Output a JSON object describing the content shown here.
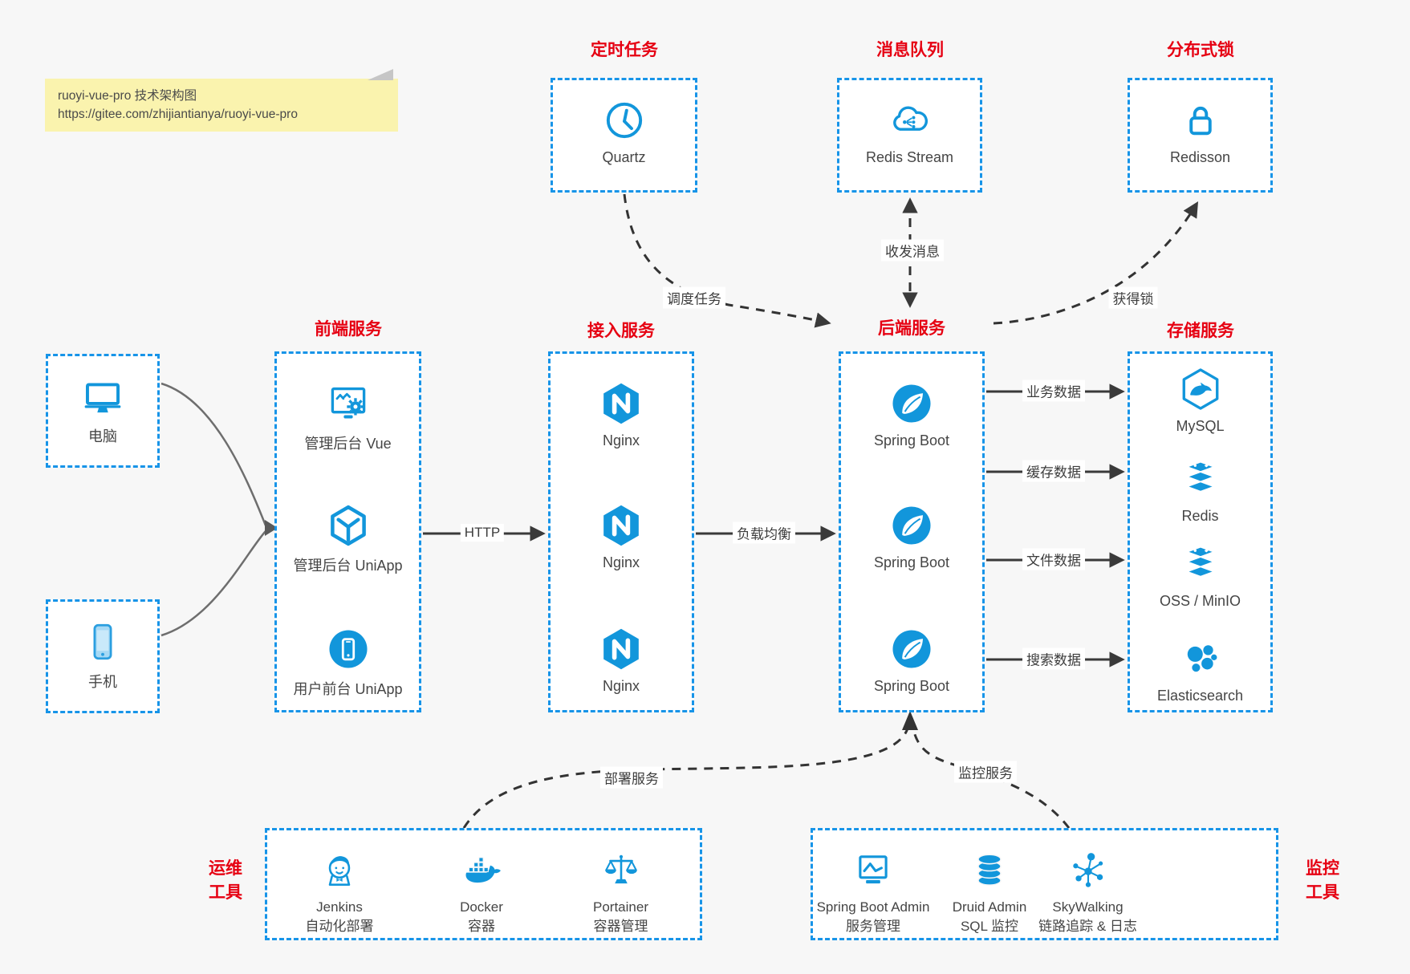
{
  "colors": {
    "accent_blue": "#1296db",
    "border_blue": "#1794e8",
    "title_red": "#e60012",
    "arrow_dark": "#3a3a3a",
    "note_bg": "#faf3ae",
    "page_bg": "#f7f7f7"
  },
  "note": {
    "line1": "ruoyi-vue-pro 技术架构图",
    "line2": "https://gitee.com/zhijiantianya/ruoyi-vue-pro"
  },
  "top_groups": [
    {
      "title": "定时任务",
      "item": {
        "icon": "clock-icon",
        "label": "Quartz"
      }
    },
    {
      "title": "消息队列",
      "item": {
        "icon": "cloud-stream-icon",
        "label": "Redis Stream"
      }
    },
    {
      "title": "分布式锁",
      "item": {
        "icon": "lock-icon",
        "label": "Redisson"
      }
    }
  ],
  "clients": [
    {
      "icon": "desktop-icon",
      "label": "电脑"
    },
    {
      "icon": "smartphone-icon",
      "label": "手机"
    }
  ],
  "columns": [
    {
      "title": "前端服务",
      "items": [
        {
          "icon": "admin-vue-icon",
          "label": "管理后台 Vue"
        },
        {
          "icon": "uniapp-icon",
          "label": "管理后台 UniApp"
        },
        {
          "icon": "user-app-icon",
          "label": "用户前台 UniApp"
        }
      ]
    },
    {
      "title": "接入服务",
      "items": [
        {
          "icon": "nginx-icon",
          "label": "Nginx"
        },
        {
          "icon": "nginx-icon",
          "label": "Nginx"
        },
        {
          "icon": "nginx-icon",
          "label": "Nginx"
        }
      ]
    },
    {
      "title": "后端服务",
      "items": [
        {
          "icon": "spring-boot-icon",
          "label": "Spring Boot"
        },
        {
          "icon": "spring-boot-icon",
          "label": "Spring Boot"
        },
        {
          "icon": "spring-boot-icon",
          "label": "Spring Boot"
        }
      ]
    },
    {
      "title": "存储服务",
      "items": [
        {
          "icon": "mysql-icon",
          "label": "MySQL"
        },
        {
          "icon": "redis-icon",
          "label": "Redis"
        },
        {
          "icon": "storage-stack-icon",
          "label": "OSS / MinIO"
        },
        {
          "icon": "elasticsearch-icon",
          "label": "Elasticsearch"
        }
      ]
    }
  ],
  "bottom_groups": [
    {
      "title_lines": [
        "运维",
        "工具"
      ],
      "items": [
        {
          "icon": "jenkins-icon",
          "label": "Jenkins",
          "sublabel": "自动化部署"
        },
        {
          "icon": "docker-icon",
          "label": "Docker",
          "sublabel": "容器"
        },
        {
          "icon": "portainer-icon",
          "label": "Portainer",
          "sublabel": "容器管理"
        }
      ]
    },
    {
      "title_lines": [
        "监控",
        "工具"
      ],
      "items": [
        {
          "icon": "spring-boot-admin-icon",
          "label": "Spring Boot Admin",
          "sublabel": "服务管理"
        },
        {
          "icon": "druid-icon",
          "label": "Druid Admin",
          "sublabel": "SQL 监控"
        },
        {
          "icon": "skywalking-icon",
          "label": "SkyWalking",
          "sublabel": "链路追踪 & 日志"
        }
      ]
    }
  ],
  "edges": {
    "http": "HTTP",
    "load_balance": "负载均衡",
    "business_data": "业务数据",
    "cache_data": "缓存数据",
    "file_data": "文件数据",
    "search_data": "搜索数据",
    "schedule_task": "调度任务",
    "send_receive_message": "收发消息",
    "acquire_lock": "获得锁",
    "deploy_service": "部署服务",
    "monitor_service": "监控服务"
  }
}
